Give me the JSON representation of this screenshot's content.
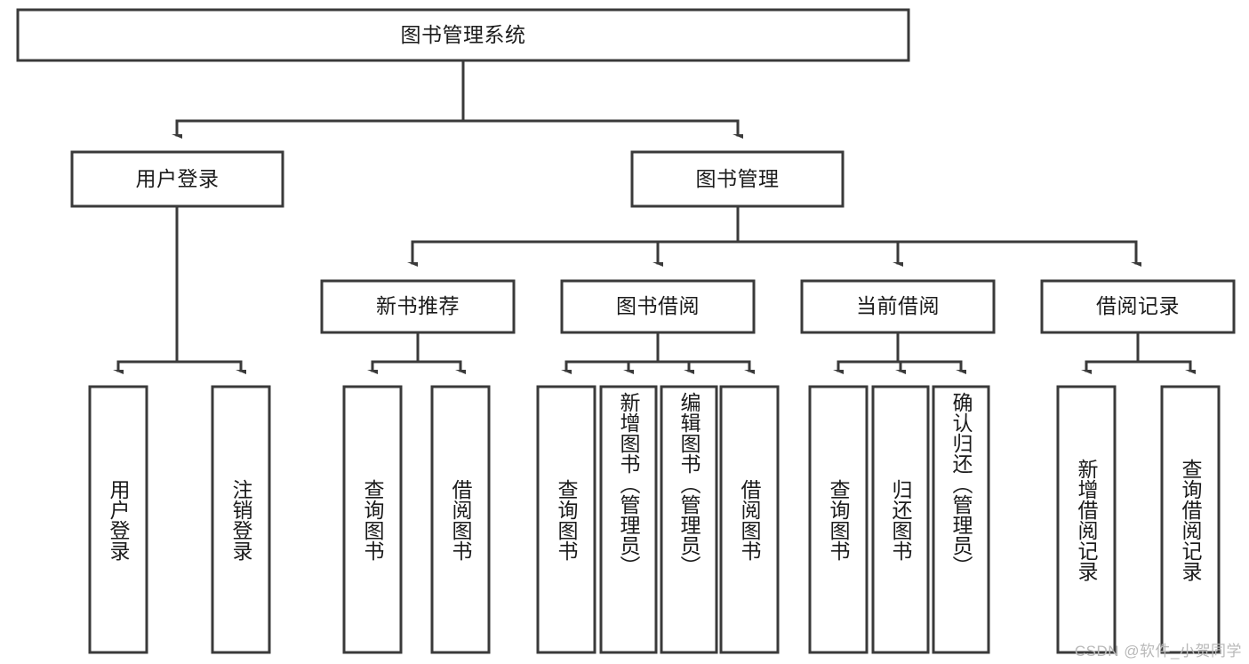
{
  "diagram": {
    "type": "tree-hierarchy",
    "title": "图书管理系统",
    "watermark": "CSDN @软件_小贺同学",
    "colors": {
      "box_stroke": "#3a3a3a",
      "box_fill": "#ffffff",
      "connector": "#3a3a3a",
      "text": "#1b1b1b",
      "watermark": "#b9b9b9",
      "background": "#ffffff"
    },
    "levels": {
      "root": {
        "label": "图书管理系统",
        "orientation": "horizontal"
      },
      "level2": [
        {
          "id": "user-login",
          "label": "用户登录",
          "orientation": "horizontal"
        },
        {
          "id": "book-manage",
          "label": "图书管理",
          "orientation": "horizontal"
        }
      ],
      "level3": [
        {
          "id": "new-book-rec",
          "label": "新书推荐",
          "orientation": "horizontal",
          "parent": "book-manage"
        },
        {
          "id": "book-borrow",
          "label": "图书借阅",
          "orientation": "horizontal",
          "parent": "book-manage"
        },
        {
          "id": "current-borrow",
          "label": "当前借阅",
          "orientation": "horizontal",
          "parent": "book-manage"
        },
        {
          "id": "borrow-record",
          "label": "借阅记录",
          "orientation": "horizontal",
          "parent": "book-manage"
        }
      ],
      "leaves": [
        {
          "id": "leaf-user-login",
          "label": "用户登录",
          "orientation": "vertical",
          "parent": "user-login"
        },
        {
          "id": "leaf-logout",
          "label": "注销登录",
          "orientation": "vertical",
          "parent": "user-login"
        },
        {
          "id": "leaf-query-book-1",
          "label": "查询图书",
          "orientation": "vertical",
          "parent": "new-book-rec"
        },
        {
          "id": "leaf-borrow-book-1",
          "label": "借阅图书",
          "orientation": "vertical",
          "parent": "new-book-rec"
        },
        {
          "id": "leaf-query-book-2",
          "label": "查询图书",
          "orientation": "vertical",
          "parent": "book-borrow"
        },
        {
          "id": "leaf-add-book",
          "label": "新增图书（管理员）",
          "orientation": "vertical",
          "parent": "book-borrow"
        },
        {
          "id": "leaf-edit-book",
          "label": "编辑图书（管理员）",
          "orientation": "vertical",
          "parent": "book-borrow"
        },
        {
          "id": "leaf-borrow-book-2",
          "label": "借阅图书",
          "orientation": "vertical",
          "parent": "book-borrow"
        },
        {
          "id": "leaf-query-book-3",
          "label": "查询图书",
          "orientation": "vertical",
          "parent": "current-borrow"
        },
        {
          "id": "leaf-return-book",
          "label": "归还图书",
          "orientation": "vertical",
          "parent": "current-borrow"
        },
        {
          "id": "leaf-confirm-return",
          "label": "确认归还（管理员）",
          "orientation": "vertical",
          "parent": "current-borrow"
        },
        {
          "id": "leaf-add-record",
          "label": "新增借阅记录",
          "orientation": "vertical",
          "parent": "borrow-record"
        },
        {
          "id": "leaf-query-record",
          "label": "查询借阅记录",
          "orientation": "vertical",
          "parent": "borrow-record"
        }
      ]
    }
  }
}
